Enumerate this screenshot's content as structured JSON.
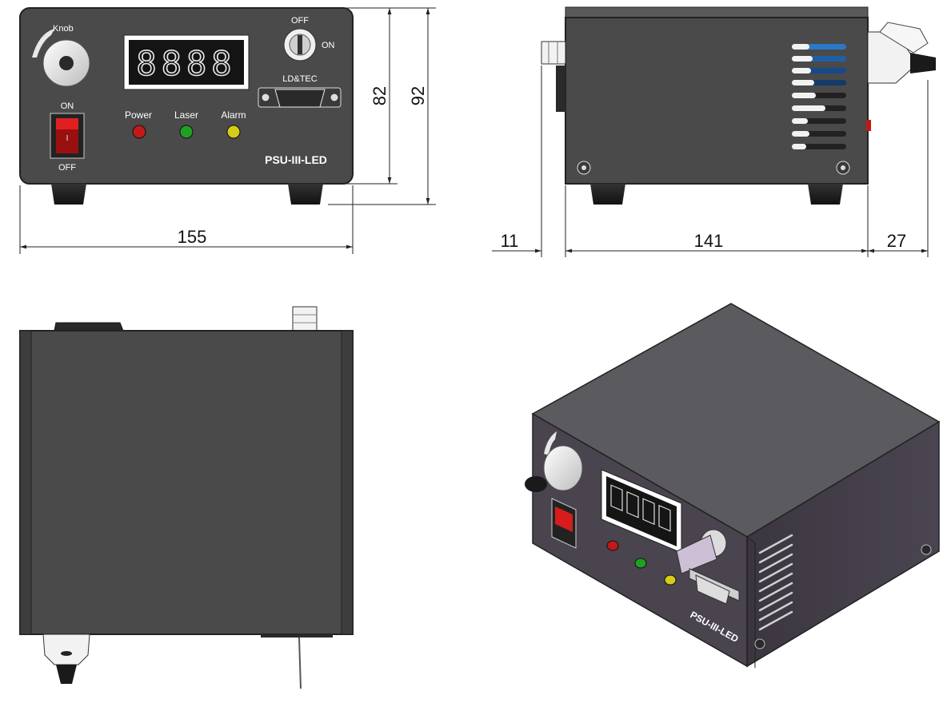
{
  "front_view": {
    "knob_label": "Knob",
    "key_switch_off": "OFF",
    "key_switch_on": "ON",
    "display_digits": "8888",
    "connector_label": "LD&TEC",
    "power_switch_on": "ON",
    "power_switch_off": "OFF",
    "switch_mark": "I",
    "indicator_labels": [
      "Power",
      "Laser",
      "Alarm"
    ],
    "model_label": "PSU-III-LED",
    "colors": {
      "power": "#c21a1a",
      "laser": "#1fa024",
      "alarm": "#d6cc1a",
      "panel": "#4a4a4a"
    }
  },
  "dimensions": {
    "front_width": "155",
    "front_height_body": "82",
    "front_height_total": "92",
    "side_front_protrusion": "11",
    "side_depth": "141",
    "side_rear_protrusion": "27"
  },
  "iso_view": {
    "model_label": "PSU-III-LED"
  }
}
